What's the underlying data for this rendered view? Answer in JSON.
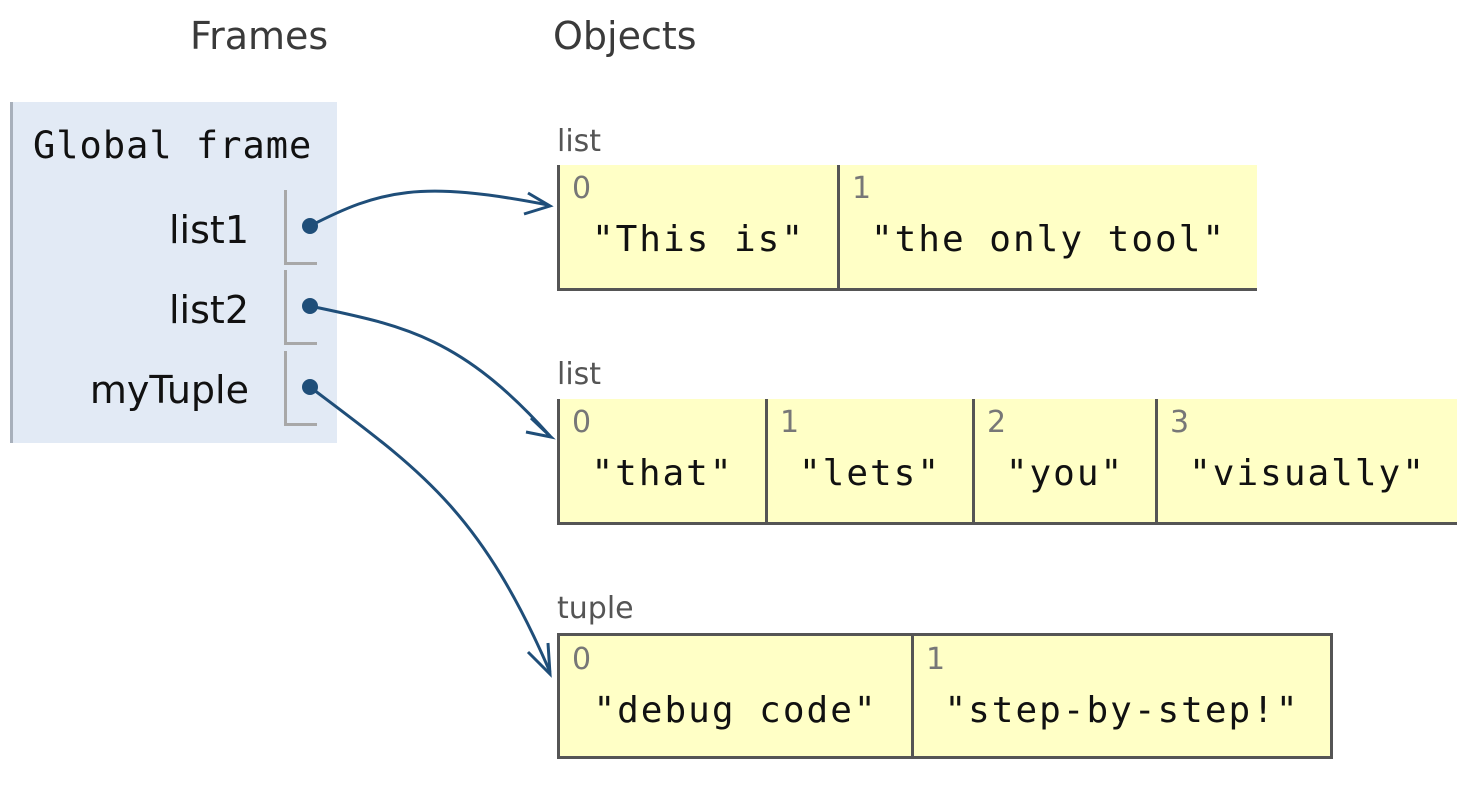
{
  "headers": {
    "frames": "Frames",
    "objects": "Objects"
  },
  "frame": {
    "title": "Global frame",
    "variables": [
      {
        "name": "list1"
      },
      {
        "name": "list2"
      },
      {
        "name": "myTuple"
      }
    ]
  },
  "objects": [
    {
      "type": "list",
      "items": [
        {
          "index": "0",
          "value": "\"This is\""
        },
        {
          "index": "1",
          "value": "\"the only tool\""
        }
      ]
    },
    {
      "type": "list",
      "items": [
        {
          "index": "0",
          "value": "\"that\""
        },
        {
          "index": "1",
          "value": "\"lets\""
        },
        {
          "index": "2",
          "value": "\"you\""
        },
        {
          "index": "3",
          "value": "\"visually\""
        }
      ]
    },
    {
      "type": "tuple",
      "items": [
        {
          "index": "0",
          "value": "\"debug code\""
        },
        {
          "index": "1",
          "value": "\"step-by-step!\""
        }
      ]
    }
  ],
  "colors": {
    "arrow": "#1f4e79",
    "frame_bg": "#e2eaf5",
    "heap_bg": "#ffffc6"
  }
}
